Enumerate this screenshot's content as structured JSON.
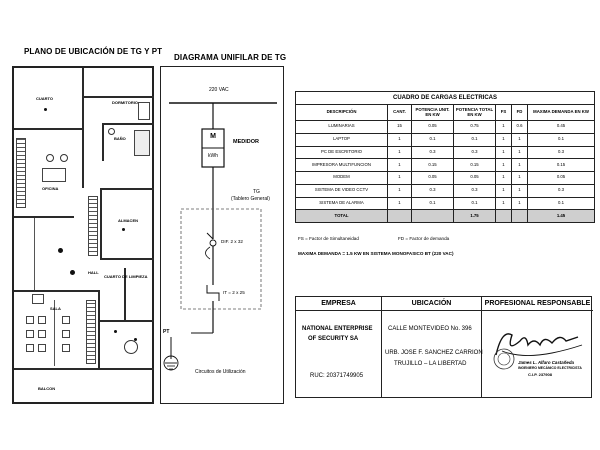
{
  "plan": {
    "title": "PLANO DE UBICACIÓN DE TG Y PT",
    "rooms": {
      "cuarto": "CUARTO",
      "dormitorio": "DORMITORIO",
      "bano": "BAÑO",
      "oficina": "OFICINA",
      "almacen": "ALMACEN",
      "cuarto_limpieza": "CUARTO DE LIMPIEZA",
      "sala": "SALA",
      "balcon": "BALCON",
      "hall": "HALL"
    }
  },
  "diagram": {
    "title": "DIAGRAMA UNIFILAR DE TG",
    "voltage": "220 VAC",
    "meter_top": "M",
    "meter_bottom": "kWh",
    "meter_label": "MEDIDOR",
    "board_label_1": "TG",
    "board_label_2": "(Tablero General)",
    "differential": "DIF. 2 x 32",
    "breaker": "IT = 2 x 25",
    "ground": "PT",
    "circuits": "Circuitos de Utilización"
  },
  "load_table": {
    "title": "CUADRO DE CARGAS ELECTRICAS",
    "headers": [
      "DESCRIPCIÓN",
      "CANT.",
      "POTENCIA UNIT. EN KW",
      "POTENCIA TOTAL EN KW",
      "FS",
      "FD",
      "MAXIMA DEMANDA EN KW"
    ],
    "rows": [
      [
        "LUMINARIAS",
        "15",
        "0.05",
        "0.75",
        "1",
        "0.6",
        "0.45"
      ],
      [
        "LAPTOP",
        "1",
        "0.1",
        "0.1",
        "1",
        "1",
        "0.1"
      ],
      [
        "PC DE ESCRITORIO",
        "1",
        "0.3",
        "0.3",
        "1",
        "1",
        "0.3"
      ],
      [
        "IMPRESORA MULTIFUNCION",
        "1",
        "0.15",
        "0.15",
        "1",
        "1",
        "0.15"
      ],
      [
        "MODEM",
        "1",
        "0.05",
        "0.05",
        "1",
        "1",
        "0.05"
      ],
      [
        "SISTEMA DE VIDEO CCTV",
        "1",
        "0.3",
        "0.3",
        "1",
        "1",
        "0.3"
      ],
      [
        "SISTEMA DE ALARMA",
        "1",
        "0.1",
        "0.1",
        "1",
        "1",
        "0.1"
      ]
    ],
    "total_label": "TOTAL",
    "total_power": "1.75",
    "total_demand": "1.45"
  },
  "notes": {
    "fs": "FS = Factor de Simultaneidad",
    "fd": "FD = Factor de demanda",
    "max_demand": "MAXIMA DEMANDA = 1.5 KW EN SISTEMA MONOFASICO BT  (220 VAC)"
  },
  "title_block": {
    "empresa_header": "EMPRESA",
    "ubicacion_header": "UBICACIÓN",
    "profesional_header": "PROFESIONAL RESPONSABLE",
    "company_line1": "NATIONAL ENTERPRISE",
    "company_line2": "OF SECURITY SA",
    "ruc": "RUC: 20371749905",
    "address1": "CALLE MONTEVIDEO No. 396",
    "address2": "URB. JOSE F. SANCHEZ CARRION",
    "address3": "TRUJILLO – LA LIBERTAD",
    "engineer": "James L. Alfaro Castañeda",
    "engineer_title": "INGENIERO MECÁNICO ELECTRICISTA",
    "cip": "C.I.P. 237908"
  }
}
